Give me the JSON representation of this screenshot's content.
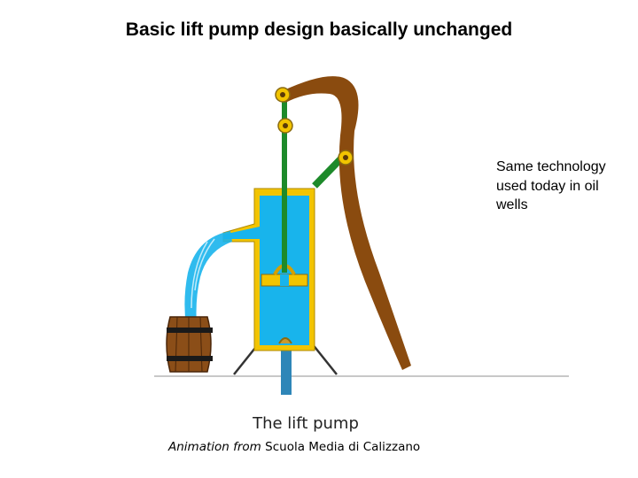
{
  "title": "Basic lift pump design basically unchanged",
  "side_note": "Same technology used today in oil wells",
  "caption": "The lift pump",
  "credit": {
    "prefix": "Animation from",
    "source": "Scuola Media di Calizzano"
  },
  "colors": {
    "water": "#18b4ec",
    "pump_frame": "#f2c400",
    "handle": "#8a4b0f",
    "rod": "#1d8a2a",
    "barrel": "#8b4e18",
    "pipe": "#2e86b8"
  }
}
